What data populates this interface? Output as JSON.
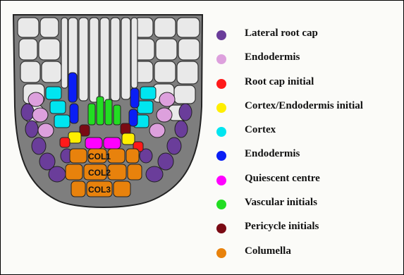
{
  "legend": [
    {
      "label": "Lateral root cap",
      "color": "#6a3d9a"
    },
    {
      "label": "Endodermis",
      "color": "#dda0dd"
    },
    {
      "label": "Root cap initial",
      "color": "#ff1a1a"
    },
    {
      "label": "Cortex/Endodermis initial",
      "color": "#ffee00"
    },
    {
      "label": "Cortex",
      "color": "#00e5f0"
    },
    {
      "label": "Endodermis",
      "color": "#0a1ef5"
    },
    {
      "label": "Quiescent centre",
      "color": "#ff00ff"
    },
    {
      "label": "Vascular initials",
      "color": "#22dd22"
    },
    {
      "label": "Pericycle initials",
      "color": "#7a0a14"
    },
    {
      "label": "Columella",
      "color": "#e8820c"
    }
  ],
  "columella_labels": [
    "COL1",
    "COL2",
    "COL3"
  ]
}
